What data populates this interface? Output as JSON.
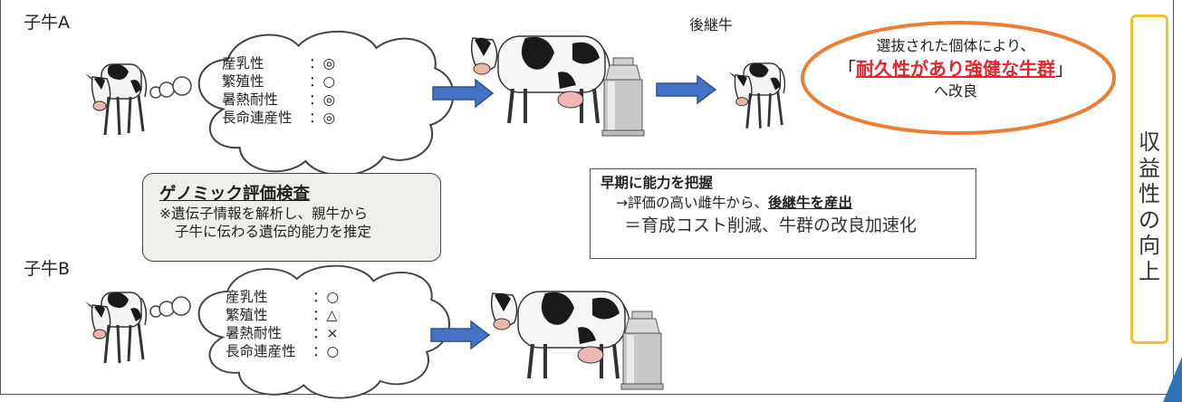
{
  "calfA": {
    "label": "子牛A",
    "traits": [
      {
        "name": "産乳性",
        "sep": "：",
        "mark": "◎"
      },
      {
        "name": "繁殖性",
        "sep": "：",
        "mark": "○"
      },
      {
        "name": "暑熱耐性",
        "sep": "：",
        "mark": "◎"
      },
      {
        "name": "長命連産性",
        "sep": "：",
        "mark": "◎"
      }
    ]
  },
  "calfB": {
    "label": "子牛B",
    "traits": [
      {
        "name": "産乳性",
        "sep": "：",
        "mark": "○"
      },
      {
        "name": "繁殖性",
        "sep": "：",
        "mark": "△"
      },
      {
        "name": "暑熱耐性",
        "sep": "：",
        "mark": "×"
      },
      {
        "name": "長命連産性",
        "sep": "：",
        "mark": "○"
      }
    ]
  },
  "genomic": {
    "title": "ゲノミック評価検査",
    "line1": "※遺伝子情報を解析し、親牛から",
    "line2": "子牛に伝わる遺伝的能力を推定"
  },
  "early": {
    "title": "早期に能力を把握",
    "line2_prefix": "→評価の高い雌牛から、",
    "line2_emph": "後継牛を産出",
    "line3": "＝育成コスト削減、牛群の改良加速化"
  },
  "successor": {
    "label": "後継牛"
  },
  "result": {
    "line1": "選抜された個体により、",
    "open_bracket": "「",
    "emph": "耐久性があり強健な牛群",
    "close_bracket": "」",
    "line3": "へ改良"
  },
  "vertical": {
    "chars": [
      "収",
      "益",
      "性",
      "の",
      "向",
      "上"
    ]
  },
  "colors": {
    "arrow": "#4472c4",
    "arrow_border": "#2f528f",
    "oval": "#ed7d31",
    "emph": "#e0262f",
    "vertical_border": "#f2c12e"
  }
}
